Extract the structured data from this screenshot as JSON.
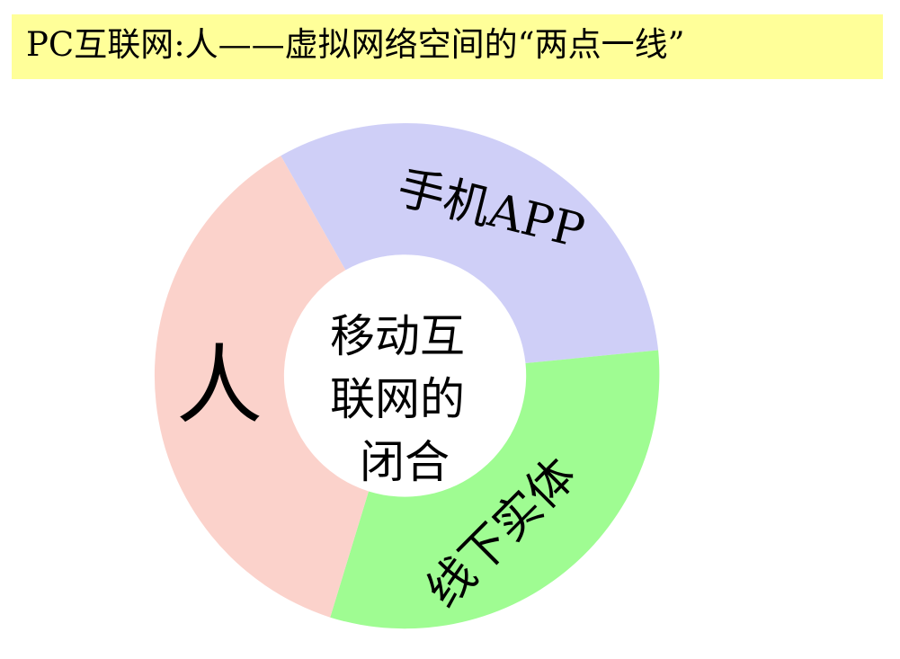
{
  "title": "PC互联网:人——虚拟网络空间的“两点一线”",
  "diagram": {
    "center_label_lines": [
      "移动互",
      "联网的",
      "闭合"
    ],
    "segments": [
      {
        "label": "手机APP",
        "color": "#cfcff7"
      },
      {
        "label": "线下实体",
        "color": "#9ffc92"
      },
      {
        "label": "人",
        "color": "#fbd2cb"
      }
    ]
  }
}
